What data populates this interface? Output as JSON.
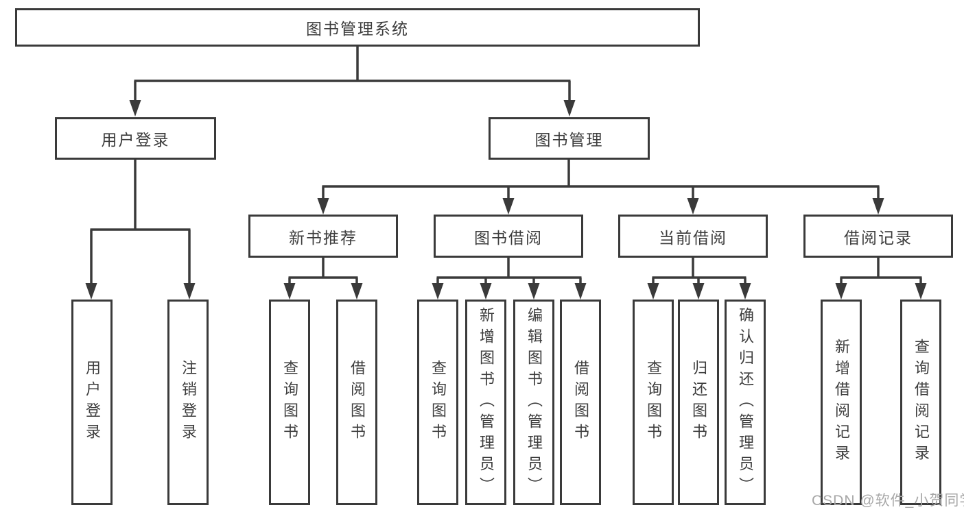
{
  "diagram": {
    "root": {
      "label": "图书管理系统"
    },
    "level1": [
      {
        "label": "用户登录"
      },
      {
        "label": "图书管理"
      }
    ],
    "level2": [
      {
        "label": "新书推荐"
      },
      {
        "label": "图书借阅"
      },
      {
        "label": "当前借阅"
      },
      {
        "label": "借阅记录"
      }
    ],
    "leaves": {
      "user_login": [
        {
          "label": "用户登录"
        },
        {
          "label": "注销登录"
        }
      ],
      "new_books": [
        {
          "label": "查询图书"
        },
        {
          "label": "借阅图书"
        }
      ],
      "book_borrow": [
        {
          "label": "查询图书"
        },
        {
          "label": "新增图书（管理员）"
        },
        {
          "label": "编辑图书（管理员）"
        },
        {
          "label": "借阅图书"
        }
      ],
      "current_borrow": [
        {
          "label": "查询图书"
        },
        {
          "label": "归还图书"
        },
        {
          "label": "确认归还（管理员）"
        }
      ],
      "borrow_records": [
        {
          "label": "新增借阅记录"
        },
        {
          "label": "查询借阅记录"
        }
      ]
    },
    "watermark": "CSDN @软件_小贺同学",
    "colors": {
      "line": "#3a3a3a",
      "text": "#3d3d3d",
      "watermark": "#a7a7a7",
      "background": "#ffffff"
    }
  }
}
